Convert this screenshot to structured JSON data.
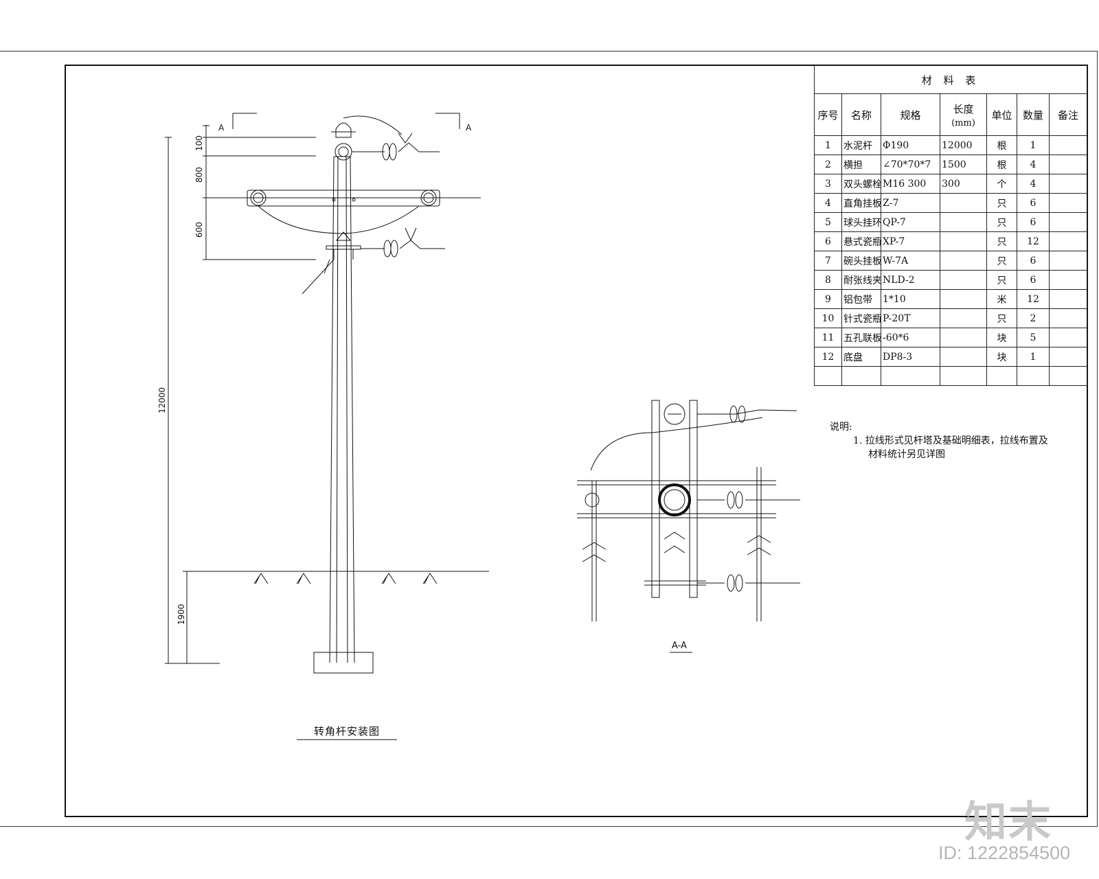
{
  "materials_table": {
    "title": "材 料 表",
    "headers": {
      "index": "序号",
      "name": "名称",
      "spec": "规格",
      "length": "长度",
      "length_unit": "(mm)",
      "unit": "单位",
      "qty": "数量",
      "remark": "备注"
    },
    "rows": [
      {
        "no": "1",
        "name": "水泥杆",
        "spec": "Φ190",
        "length": "12000",
        "unit": "根",
        "qty": "1"
      },
      {
        "no": "2",
        "name": "横担",
        "spec": "∠70*70*7",
        "length": "1500",
        "unit": "根",
        "qty": "4"
      },
      {
        "no": "3",
        "name": "双头螺栓",
        "spec": "M16 300",
        "length": "300",
        "unit": "个",
        "qty": "4"
      },
      {
        "no": "4",
        "name": "直角挂板",
        "spec": "Z-7",
        "length": "",
        "unit": "只",
        "qty": "6"
      },
      {
        "no": "5",
        "name": "球头挂环",
        "spec": "QP-7",
        "length": "",
        "unit": "只",
        "qty": "6"
      },
      {
        "no": "6",
        "name": "悬式瓷瓶",
        "spec": "XP-7",
        "length": "",
        "unit": "只",
        "qty": "12"
      },
      {
        "no": "7",
        "name": "碗头挂板",
        "spec": "W-7A",
        "length": "",
        "unit": "只",
        "qty": "6"
      },
      {
        "no": "8",
        "name": "耐张线夹",
        "spec": "NLD-2",
        "length": "",
        "unit": "只",
        "qty": "6"
      },
      {
        "no": "9",
        "name": "铝包带",
        "spec": "1*10",
        "length": "",
        "unit": "米",
        "qty": "12"
      },
      {
        "no": "10",
        "name": "针式瓷瓶",
        "spec": "P-20T",
        "length": "",
        "unit": "只",
        "qty": "2"
      },
      {
        "no": "11",
        "name": "五孔联板",
        "spec": "-60*6",
        "length": "",
        "unit": "块",
        "qty": "5"
      },
      {
        "no": "12",
        "name": "底盘",
        "spec": "DP8-3",
        "length": "",
        "unit": "块",
        "qty": "1"
      }
    ]
  },
  "notes": {
    "heading": "说明:",
    "line1": "1. 拉线形式见杆塔及基础明细表，拉线布置及",
    "line2": "材料统计另见详图"
  },
  "elevation": {
    "title": "转角杆安装图",
    "section_mark": "A",
    "dimensions": {
      "total_height": "12000",
      "top_gap": "100",
      "upper_gap": "800",
      "lower_gap": "600",
      "burial_depth": "1900"
    }
  },
  "section_view": {
    "label": "A-A"
  },
  "branding": {
    "logo": "知末",
    "image_id": "ID: 1222854500"
  }
}
